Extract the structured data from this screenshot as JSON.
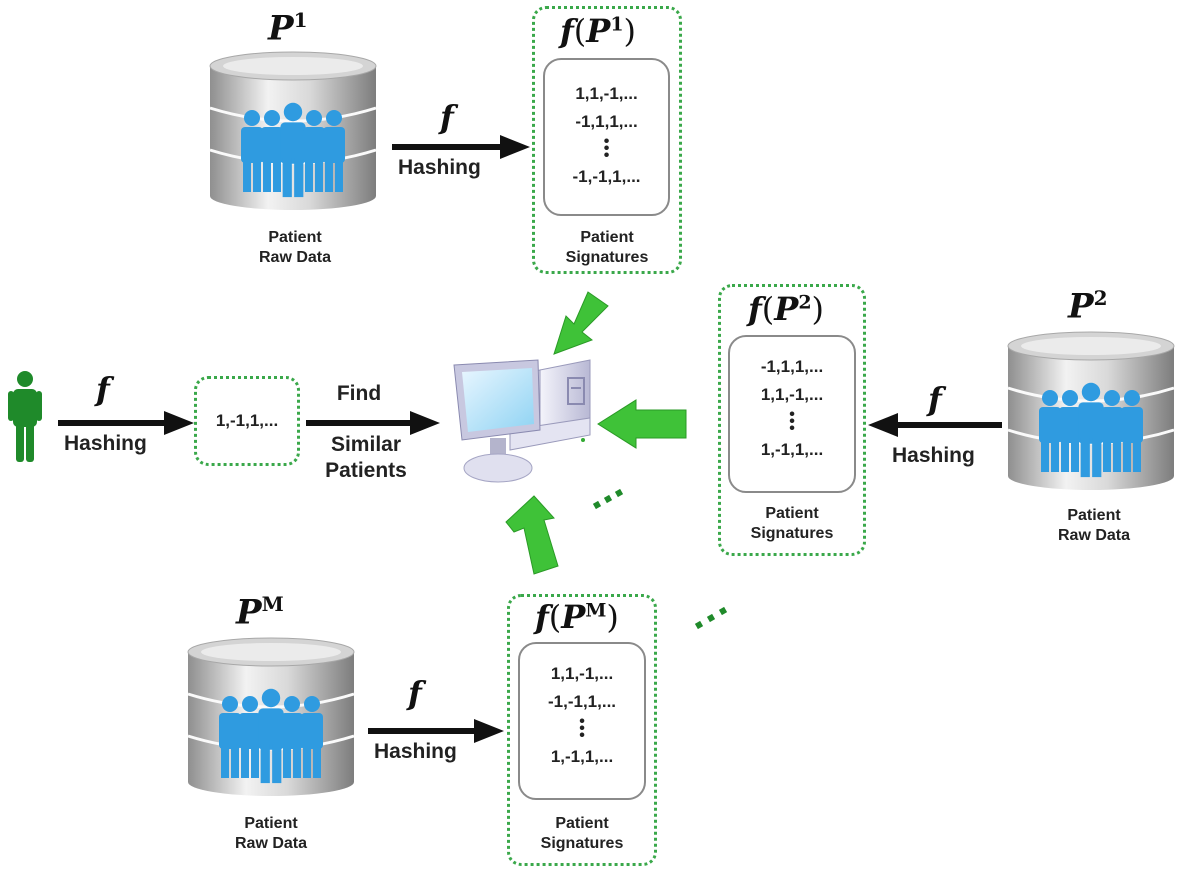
{
  "databases": [
    {
      "id": "p1",
      "symbol": "P",
      "superscript": "1",
      "caption_line1": "Patient",
      "caption_line2": "Raw Data"
    },
    {
      "id": "p2",
      "symbol": "P",
      "superscript": "2",
      "caption_line1": "Patient",
      "caption_line2": "Raw Data"
    },
    {
      "id": "pm",
      "symbol": "P",
      "superscript": "M",
      "caption_line1": "Patient",
      "caption_line2": "Raw Data"
    }
  ],
  "signatures": [
    {
      "id": "p1",
      "title_func": "f",
      "title_symbol": "P",
      "title_sup": "1",
      "rows": [
        "1,1,-1,...",
        "-1,1,1,...",
        "-1,-1,1,..."
      ],
      "caption_line1": "Patient",
      "caption_line2": "Signatures"
    },
    {
      "id": "p2",
      "title_func": "f",
      "title_symbol": "P",
      "title_sup": "2",
      "rows": [
        "-1,1,1,...",
        "1,1,-1,...",
        "1,-1,1,..."
      ],
      "caption_line1": "Patient",
      "caption_line2": "Signatures"
    },
    {
      "id": "pm",
      "title_func": "f",
      "title_symbol": "P",
      "title_sup": "M",
      "rows": [
        "1,1,-1,...",
        "-1,-1,1,...",
        "1,-1,1,..."
      ],
      "caption_line1": "Patient",
      "caption_line2": "Signatures"
    }
  ],
  "arrows": {
    "func_symbol": "f",
    "hashing_label": "Hashing",
    "find_line1": "Find",
    "find_line2": "Similar",
    "find_line3": "Patients"
  },
  "query": {
    "signature": "1,-1,1,..."
  },
  "vertical_dots": "⋮",
  "colors": {
    "green_border": "#3aa84a",
    "green_person": "#1f8a2a",
    "arrow_black": "#111111",
    "db_people": "#2f9be0"
  }
}
